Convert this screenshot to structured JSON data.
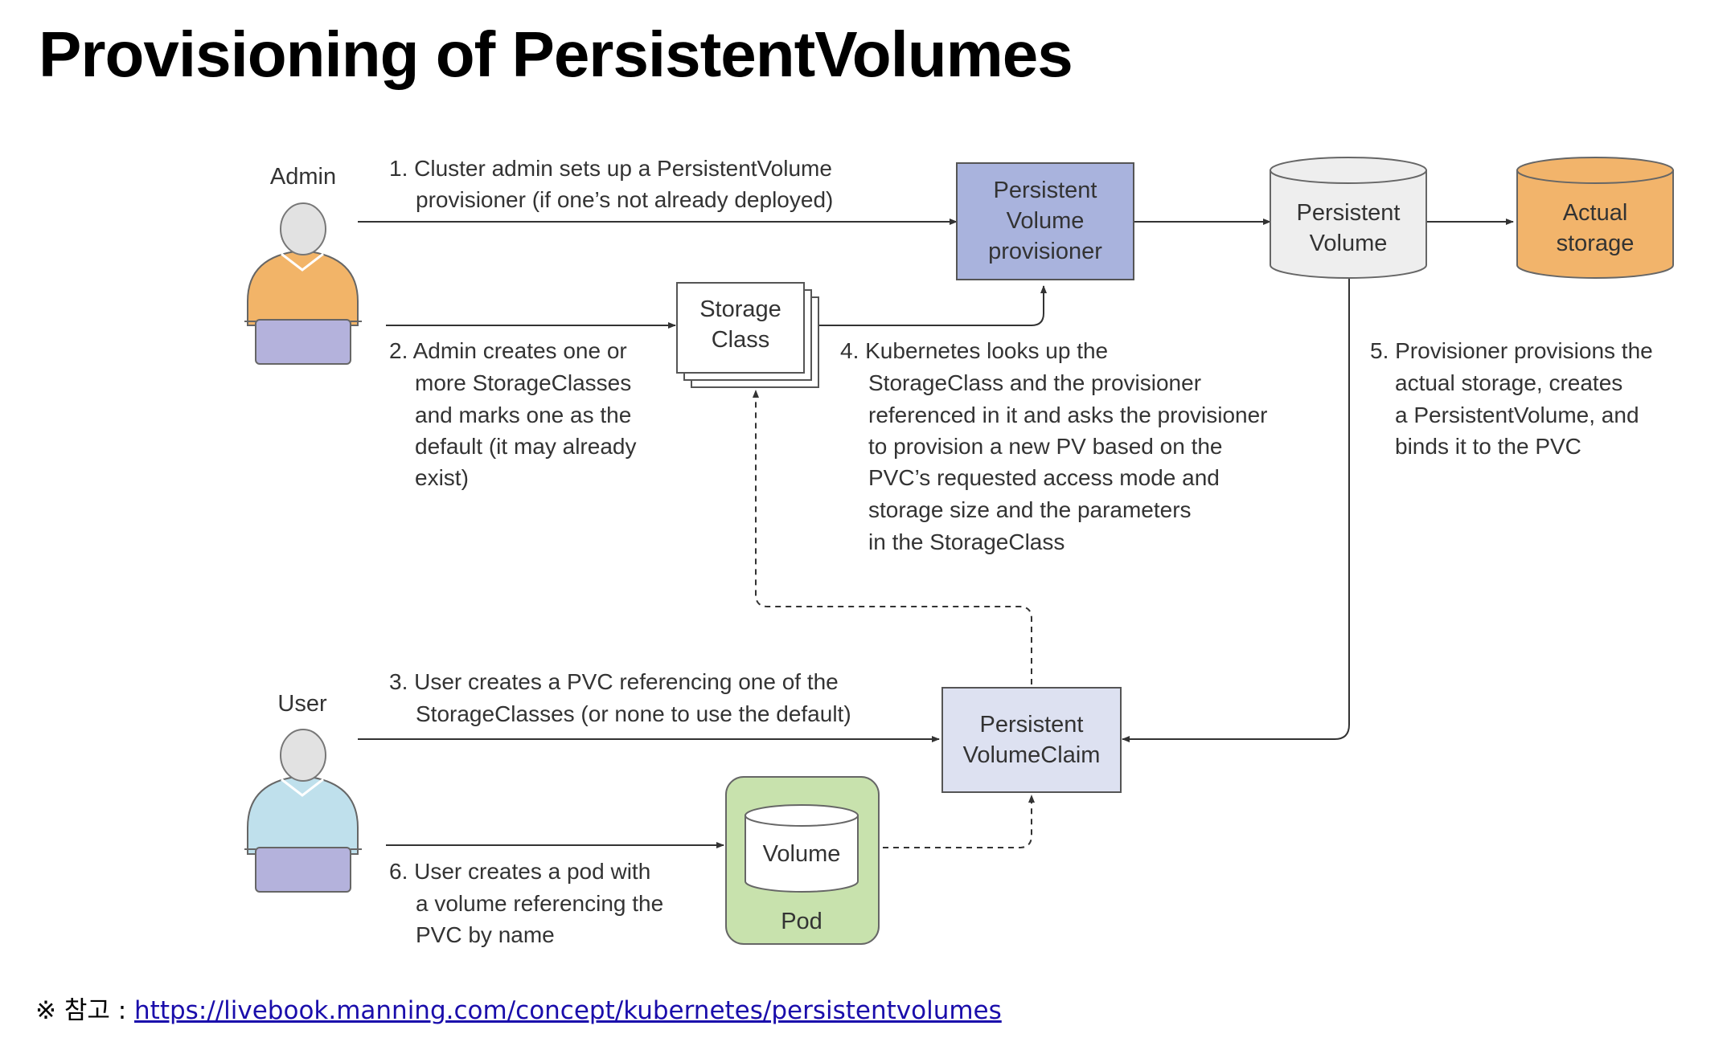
{
  "title": "Provisioning of PersistentVolumes",
  "actors": {
    "admin": "Admin",
    "user": "User"
  },
  "nodes": {
    "provisioner": [
      "Persistent",
      "Volume",
      "provisioner"
    ],
    "storage_class": [
      "Storage",
      "Class"
    ],
    "persistent_volume": [
      "Persistent",
      "Volume"
    ],
    "actual_storage": [
      "Actual",
      "storage"
    ],
    "pvc": [
      "Persistent",
      "VolumeClaim"
    ],
    "pod": "Pod",
    "volume": "Volume"
  },
  "steps": {
    "step1": [
      "1. Cluster admin sets up a PersistentVolume",
      "provisioner (if one’s not already deployed)"
    ],
    "step2": [
      "2. Admin creates one or",
      "more StorageClasses",
      "and marks one as the",
      "default (it may already",
      "exist)"
    ],
    "step3": [
      "3. User creates a PVC referencing one of the",
      "StorageClasses (or none to use the default)"
    ],
    "step4": [
      "4. Kubernetes looks up the",
      "StorageClass and the provisioner",
      "referenced in it and asks the provisioner",
      "to provision a new PV based on the",
      "PVC’s requested access mode and",
      "storage size and the parameters",
      "in the StorageClass"
    ],
    "step5": [
      "5. Provisioner provisions the",
      "actual storage, creates",
      "a PersistentVolume, and",
      "binds it to the PVC"
    ],
    "step6": [
      "6. User creates a pod with",
      "a volume referencing the",
      "PVC by name"
    ]
  },
  "reference": {
    "prefix": "※ 참고 : ",
    "link": "https://livebook.manning.com/concept/kubernetes/persistentvolumes"
  },
  "colors": {
    "provisioner_fill": "#a9b3dd",
    "pvc_fill": "#dde1f1",
    "pv_fill": "#eeeeee",
    "storage_fill": "#f2b46b",
    "pod_fill": "#c8e2ad",
    "admin_body": "#f2b468",
    "user_body": "#bfe0ec",
    "laptop": "#b4b2dc",
    "head": "#e2e2e2"
  }
}
